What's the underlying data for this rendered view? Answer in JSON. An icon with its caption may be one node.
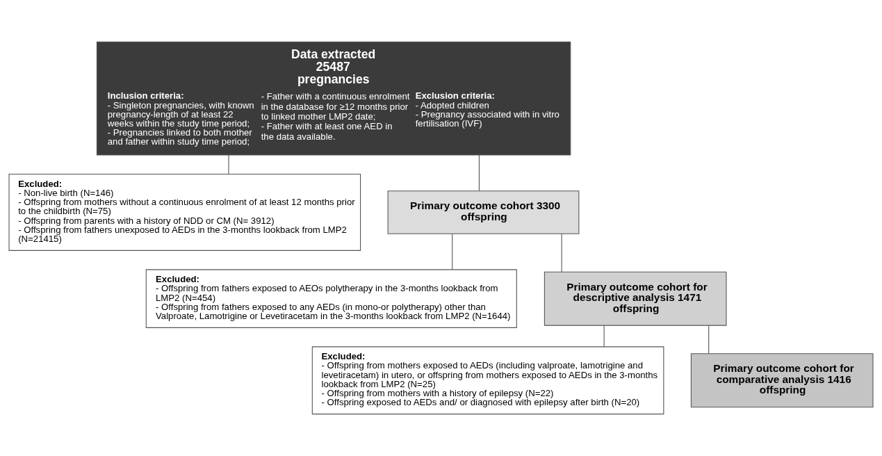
{
  "diagram": {
    "nodes": [
      {
        "text": [
          "Data extracted 25487 pregnancies",
          "Inclusion criteria:",
          "- Singleton pregnancies, with known pregnancy-length of at least 22 weeks within the study time period;",
          "- Pregnancies linked to both mother and father within study time period;",
          "- Father with a continuous enrolment in the database for ≥12 months prior to linked mother LMP2 date;",
          "- Father with at least one AED in the data available.",
          "Exclusion criteria:",
          "- Adopted children",
          "- Pregnancy associated with in vitro fertilisation (IVF)"
        ]
      },
      {
        "text": [
          "Excluded:",
          "- Non-live birth (N=146)",
          "- Offspring from mothers without a continuous enrolment of at least 12 months prior to the childbirth (N=75)",
          "- Offspring from parents with a history of NDD or CM (N= 3912)",
          "- Offspring from fathers unexposed to AEDs in the 3-months lookback from LMP2 (N=21415)"
        ]
      },
      {
        "text": [
          "Primary outcome cohort 3300 offspring"
        ]
      },
      {
        "text": [
          "Excluded:",
          "- Offspring from fathers exposed to AEOs polytherapy in the 3-months lookback from LMP2 (N=454)",
          "- Offspring from fathers exposed to any AEDs (in mono-or polytherapy) other than Valproate, Lamotrigine or Levetiracetam in the 3-months lookback from LMP2 (N=1644)"
        ]
      },
      {
        "text": [
          "Primary outcome cohort for descriptive analysis 1471 offspring"
        ]
      },
      {
        "text": [
          "Excluded:",
          "- Offspring from mothers exposed to AEDs (including valproate, lamotrigine and levetiracetam) in utero, or offspring from mothers exposed to AEDs in the 3-months lookback from LMP2 (N=25)",
          "- Offspring from mothers with a history of epilepsy (N=22)",
          "- Offspring exposed to AEDs and/ or diagnosed with epilepsy after birth (N=20)"
        ]
      },
      {
        "text": [
          "Primary outcome cohort for comparative analysis 1416 offspring"
        ]
      }
    ],
    "edges": [
      {
        "from": 0,
        "to": 1,
        "arrow": "none"
      },
      {
        "from": 0,
        "to": 2,
        "arrow": "none"
      },
      {
        "from": 2,
        "to": 3,
        "arrow": "none"
      },
      {
        "from": 2,
        "to": 4,
        "arrow": "none"
      },
      {
        "from": 4,
        "to": 5,
        "arrow": "none"
      },
      {
        "from": 4,
        "to": 6,
        "arrow": "none"
      }
    ]
  }
}
